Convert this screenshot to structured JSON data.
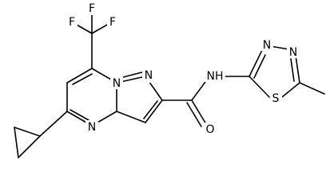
{
  "molecule": {
    "atoms": {
      "f1": "F",
      "f2": "F",
      "f3": "F",
      "n_bridge": "N",
      "n_pyrazole": "N",
      "n_pyrimidine": "N",
      "nh": "NH",
      "o": "O",
      "s": "S",
      "n_thiadiazole_1": "N",
      "n_thiadiazole_2": "N"
    }
  }
}
